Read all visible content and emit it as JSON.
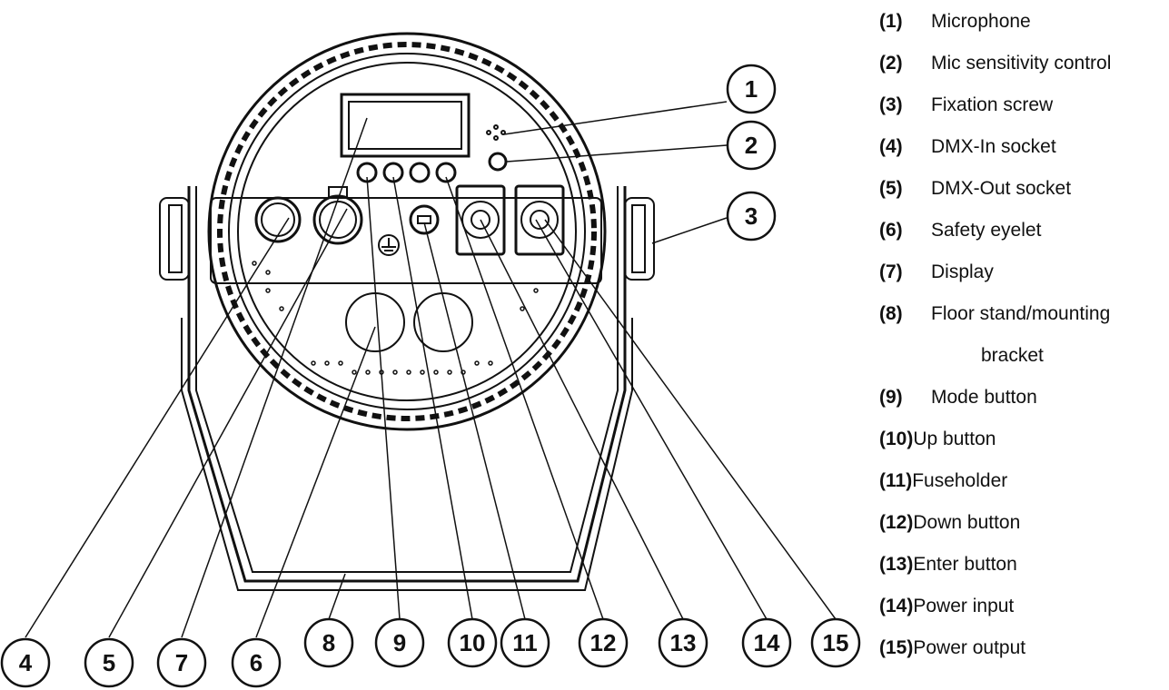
{
  "callouts": [
    "1",
    "2",
    "3",
    "4",
    "5",
    "7",
    "6",
    "8",
    "9",
    "10",
    "11",
    "12",
    "13",
    "14",
    "15"
  ],
  "legend": [
    {
      "num": "(1)",
      "label": "Microphone"
    },
    {
      "num": "(2)",
      "label": "Mic sensitivity control"
    },
    {
      "num": "(3)",
      "label": "Fixation screw"
    },
    {
      "num": "(4)",
      "label": "DMX-In socket"
    },
    {
      "num": "(5)",
      "label": "DMX-Out socket"
    },
    {
      "num": "(6)",
      "label": "Safety eyelet"
    },
    {
      "num": "(7)",
      "label": "Display"
    },
    {
      "num": "(8)",
      "label": "Floor stand/mounting"
    },
    {
      "num": "",
      "label": "bracket"
    },
    {
      "num": "(9)",
      "label": "Mode button"
    },
    {
      "num": "(10)",
      "label": "Up button"
    },
    {
      "num": "(11)",
      "label": "Fuseholder"
    },
    {
      "num": "(12)",
      "label": "Down button"
    },
    {
      "num": "(13)",
      "label": "Enter button"
    },
    {
      "num": "(14)",
      "label": "Power input"
    },
    {
      "num": "(15)",
      "label": "Power output"
    }
  ],
  "colors": {
    "line": "#111111",
    "background": "#ffffff"
  }
}
